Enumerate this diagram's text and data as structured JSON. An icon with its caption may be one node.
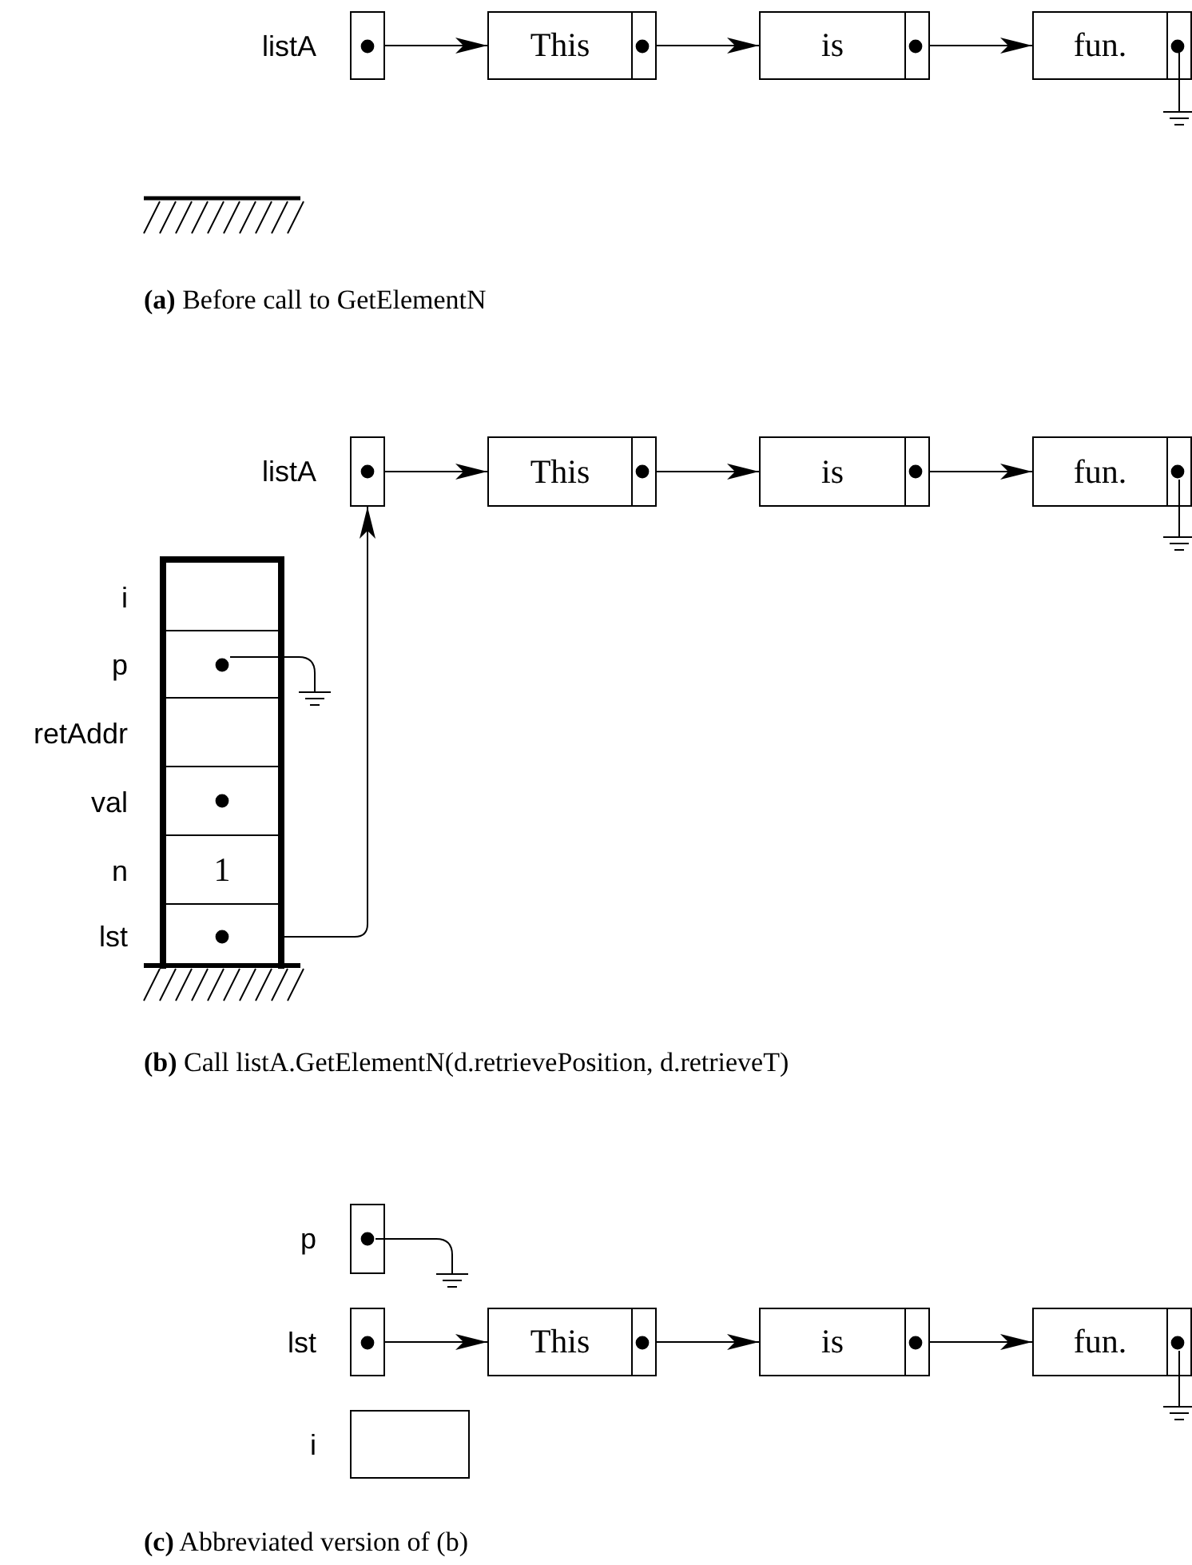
{
  "diagram": {
    "nodes": [
      {
        "text": [],
        "shape": "box",
        "beside": [
          "listA"
        ]
      },
      {
        "text": [
          "This"
        ]
      },
      {
        "text": [
          "is"
        ]
      },
      {
        "text": [
          "fun."
        ]
      },
      {
        "text": [],
        "shape": "box",
        "beside": [
          "listA"
        ]
      },
      {
        "text": [
          "This"
        ]
      },
      {
        "text": [
          "is"
        ]
      },
      {
        "text": [
          "fun."
        ]
      },
      {
        "text": [],
        "shape": "box"
      },
      {
        "text": [],
        "shape": "box",
        "in": 8,
        "beside": [
          "i"
        ]
      },
      {
        "text": [],
        "shape": "box",
        "in": 8,
        "beside": [
          "p"
        ]
      },
      {
        "text": [],
        "shape": "box",
        "in": 8,
        "beside": [
          "retAddr"
        ]
      },
      {
        "text": [],
        "shape": "box",
        "in": 8,
        "beside": [
          "val"
        ]
      },
      {
        "text": [
          "1"
        ],
        "in": 8,
        "beside": [
          "n"
        ]
      },
      {
        "text": [],
        "shape": "box",
        "in": 8,
        "beside": [
          "lst"
        ]
      },
      {
        "text": [],
        "shape": "box",
        "beside": [
          "p"
        ]
      },
      {
        "text": [],
        "shape": "box",
        "beside": [
          "lst"
        ]
      },
      {
        "text": [
          "This"
        ]
      },
      {
        "text": [
          "is"
        ]
      },
      {
        "text": [
          "fun."
        ]
      },
      {
        "text": [],
        "shape": "box",
        "beside": [
          "i"
        ]
      }
    ],
    "edges": [
      {
        "from": 0,
        "to": 1,
        "arrow": "to"
      },
      {
        "from": 1,
        "to": 2,
        "arrow": "to"
      },
      {
        "from": 2,
        "to": 3,
        "arrow": "to"
      },
      {
        "from": 4,
        "to": 5,
        "arrow": "to"
      },
      {
        "from": 5,
        "to": 6,
        "arrow": "to"
      },
      {
        "from": 6,
        "to": 7,
        "arrow": "to"
      },
      {
        "from": 14,
        "to": 4,
        "arrow": "to"
      },
      {
        "from": 16,
        "to": 17,
        "arrow": "to"
      },
      {
        "from": 17,
        "to": 18,
        "arrow": "to"
      },
      {
        "from": 18,
        "to": 19,
        "arrow": "to"
      }
    ],
    "labels": [
      "**(a)** Before call to GetElementN",
      "**(b)** Call listA.GetElementN(d.retrievePosition, d.retrieveT)",
      "**(c)** Abbreviated version of (b)"
    ]
  }
}
